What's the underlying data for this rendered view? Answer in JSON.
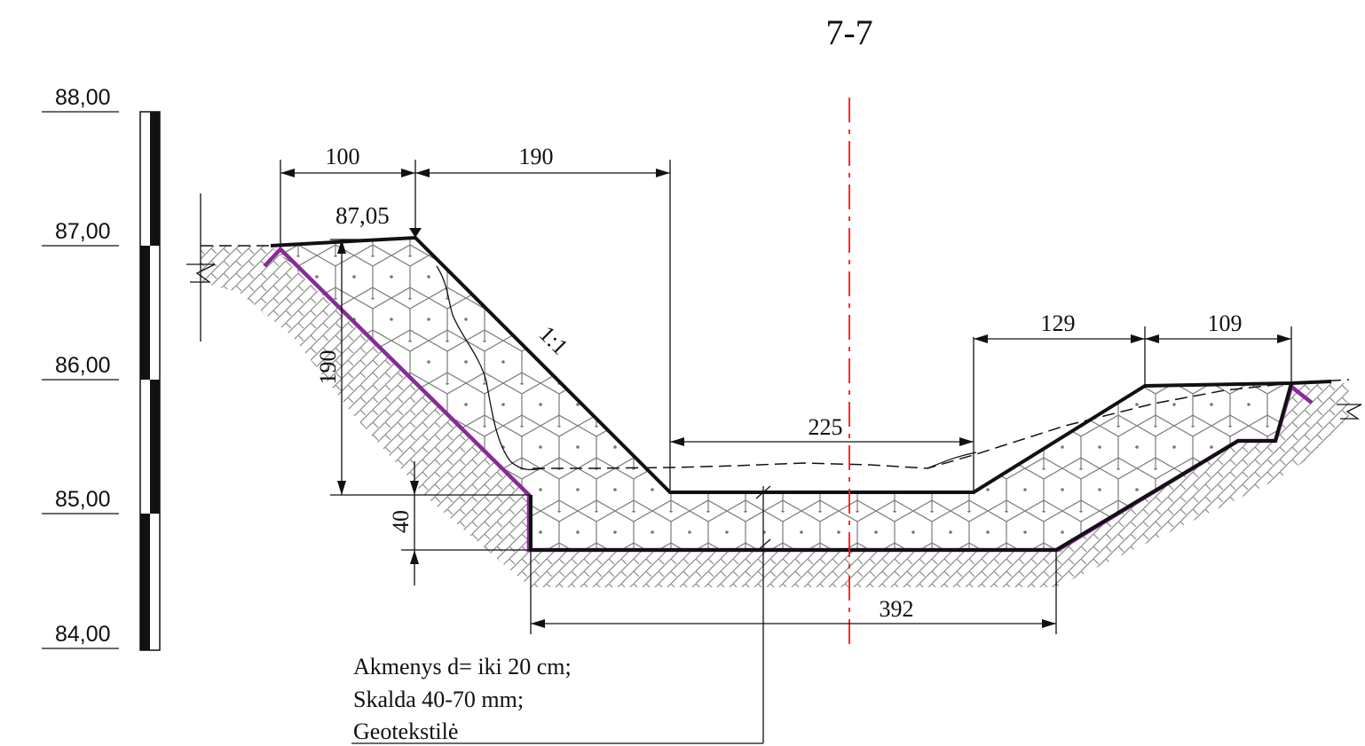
{
  "title": "7-7",
  "elevation_scale": {
    "labels": [
      "88,00",
      "87,00",
      "86,00",
      "85,00",
      "84,00"
    ]
  },
  "spot_elevation": "87,05",
  "slope_label": "1:1",
  "dimensions": {
    "top_left_1": "100",
    "top_left_2": "190",
    "vertical_slope": "190",
    "vertical_layer": "40",
    "bottom_inner": "225",
    "top_right_1": "129",
    "top_right_2": "109",
    "bottom_outer": "392"
  },
  "note": {
    "line1": "Akmenys d= iki 20 cm;",
    "line2": "Skalda 40-70 mm;",
    "line3": "Geotekstilė"
  },
  "colors": {
    "line": "#111111",
    "geotextile": "#8a2a9a",
    "axis": "#e02020",
    "hatch": "#9a9a9a"
  }
}
